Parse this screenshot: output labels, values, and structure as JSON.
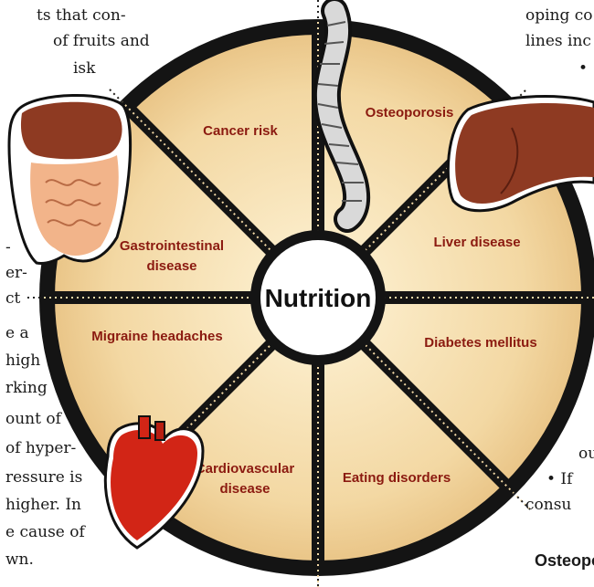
{
  "center_label": "Nutrition",
  "segments": [
    {
      "label_lines": [
        "Osteoporosis"
      ]
    },
    {
      "label_lines": [
        "Liver disease"
      ]
    },
    {
      "label_lines": [
        "Diabetes mellitus"
      ]
    },
    {
      "label_lines": [
        "Eating disorders"
      ]
    },
    {
      "label_lines": [
        "Cardiovascular",
        "disease"
      ]
    },
    {
      "label_lines": [
        "Migraine headaches"
      ]
    },
    {
      "label_lines": [
        "Gastrointestinal",
        "disease"
      ]
    },
    {
      "label_lines": [
        "Cancer risk"
      ]
    }
  ],
  "left_text": [
    "ts that con-",
    "of fruits and",
    "isk",
    "-",
    "er-",
    "ct",
    "e a",
    "high",
    "rking",
    "ount of",
    "of hyper-",
    "ressure is",
    "higher. In",
    "e cause of",
    "wn."
  ],
  "right_text": [
    "oping co",
    "lines inc",
    "•",
    "ou",
    "• If",
    "consu"
  ],
  "section_heading": "Osteopo",
  "colors": {
    "segment_fill": "#f3d9a6",
    "ring": "#111111",
    "label": "#8b1a10"
  },
  "icons": [
    "spine-icon",
    "liver-icon",
    "heart-icon",
    "digestive-system-icon"
  ]
}
